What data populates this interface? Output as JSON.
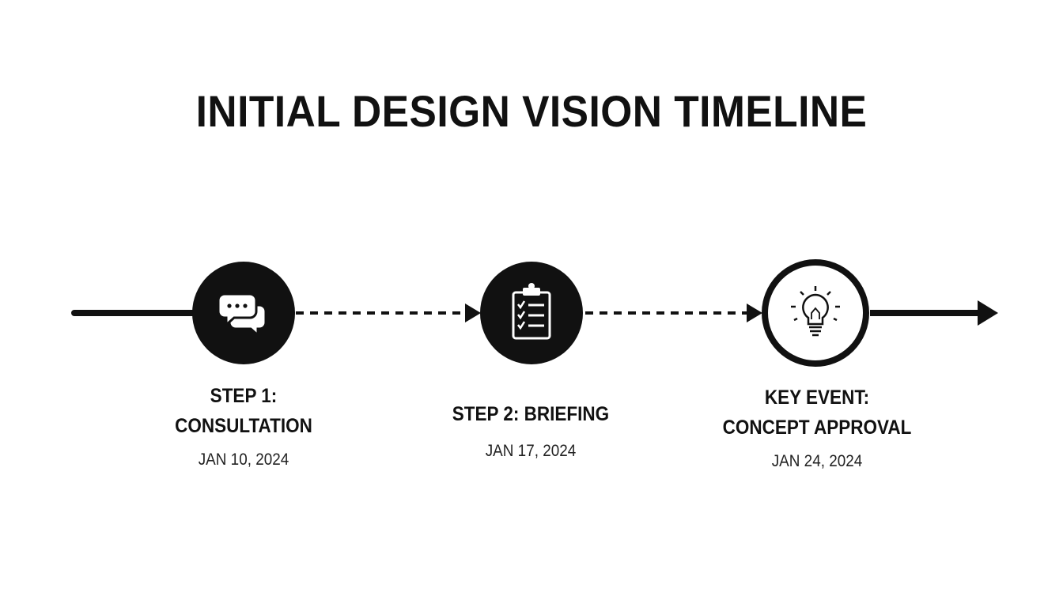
{
  "title": "INITIAL DESIGN VISION TIMELINE",
  "steps": [
    {
      "title_line1": "STEP 1:",
      "title_line2": "CONSULTATION",
      "date": "JAN 10, 2024",
      "icon": "chat-bubbles-icon",
      "style": "filled"
    },
    {
      "title_line1": "STEP 2: BRIEFING",
      "title_line2": "",
      "date": "JAN 17, 2024",
      "icon": "clipboard-checklist-icon",
      "style": "filled"
    },
    {
      "title_line1": "KEY EVENT:",
      "title_line2": "CONCEPT APPROVAL",
      "date": "JAN 24, 2024",
      "icon": "lightbulb-icon",
      "style": "outlined"
    }
  ],
  "colors": {
    "ink": "#111111",
    "background": "#ffffff"
  }
}
